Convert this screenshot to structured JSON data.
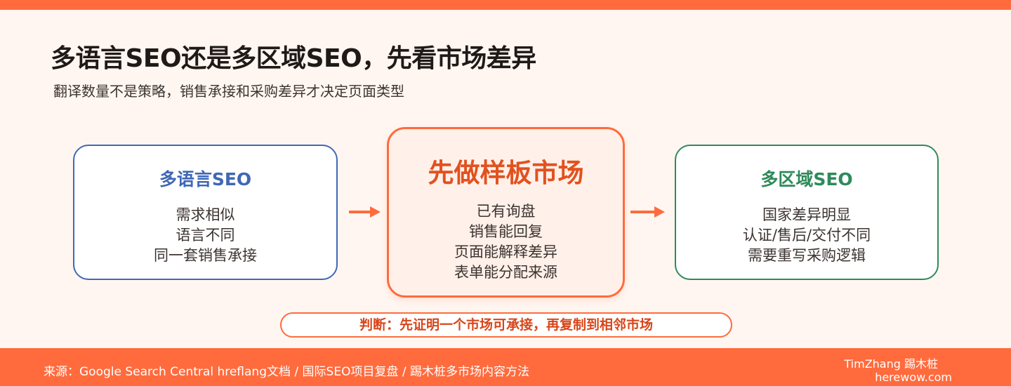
{
  "header": {
    "title": "多语言SEO还是多区域SEO，先看市场差异",
    "subtitle": "翻译数量不是策略，销售承接和采购差异才决定页面类型"
  },
  "cards": {
    "left": {
      "title": "多语言SEO",
      "lines": [
        "需求相似",
        "语言不同",
        "同一套销售承接"
      ]
    },
    "middle": {
      "title": "先做样板市场",
      "lines": [
        "已有询盘",
        "销售能回复",
        "页面能解释差异",
        "表单能分配来源"
      ]
    },
    "right": {
      "title": "多区域SEO",
      "lines": [
        "国家差异明显",
        "认证/售后/交付不同",
        "需要重写采购逻辑"
      ]
    }
  },
  "conclusion": "判断：先证明一个市场可承接，再复制到相邻市场",
  "footer": {
    "source": "来源：Google Search Central hreflang文档 / 国际SEO项目复盘 / 踢木桩多市场内容方法",
    "brand": "TimZhang 踢木桩",
    "site": "herewow.com"
  },
  "colors": {
    "accent": "#ff6b3d",
    "blue": "#3f68b6",
    "green": "#2e8a5a",
    "background": "#fff6f1"
  },
  "icons": [
    "arrow-right-icon",
    "arrow-right-icon"
  ]
}
